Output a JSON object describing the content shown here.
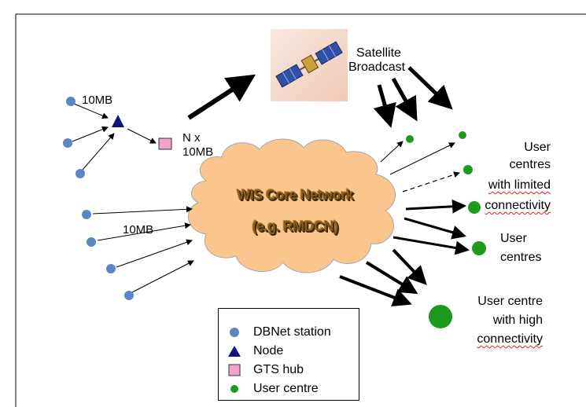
{
  "cloud": {
    "line1": "WIS Core Network",
    "line2": "(e.g. RMDCN)"
  },
  "labels": {
    "satellite_l1": "Satellite",
    "satellite_l2": "Broadcast",
    "bw_top": "10MB",
    "bw_hub_l1": "N x",
    "bw_hub_l2": "10MB",
    "bw_mid": "10MB",
    "limited_l1": "User",
    "limited_l2": "centres",
    "limited_l3": "with limited",
    "limited_l4": "connectivity",
    "centres_l1": "User",
    "centres_l2": "centres",
    "high_l1": "User centre",
    "high_l2": "with high",
    "high_l3": "connectivity"
  },
  "legend": [
    {
      "label": "DBNet station",
      "icon": "circle-blue"
    },
    {
      "label": "Node",
      "icon": "triangle-navy"
    },
    {
      "label": "GTS hub",
      "icon": "square-pink"
    },
    {
      "label": "User centre",
      "icon": "circle-green"
    }
  ],
  "colors": {
    "station": "#5b86c4",
    "node": "#13137f",
    "hub": "#f2a3c9",
    "user_centre": "#1e9a1e",
    "cloud": "#fbc58e",
    "satellite_bg": "#f6d9cc"
  }
}
